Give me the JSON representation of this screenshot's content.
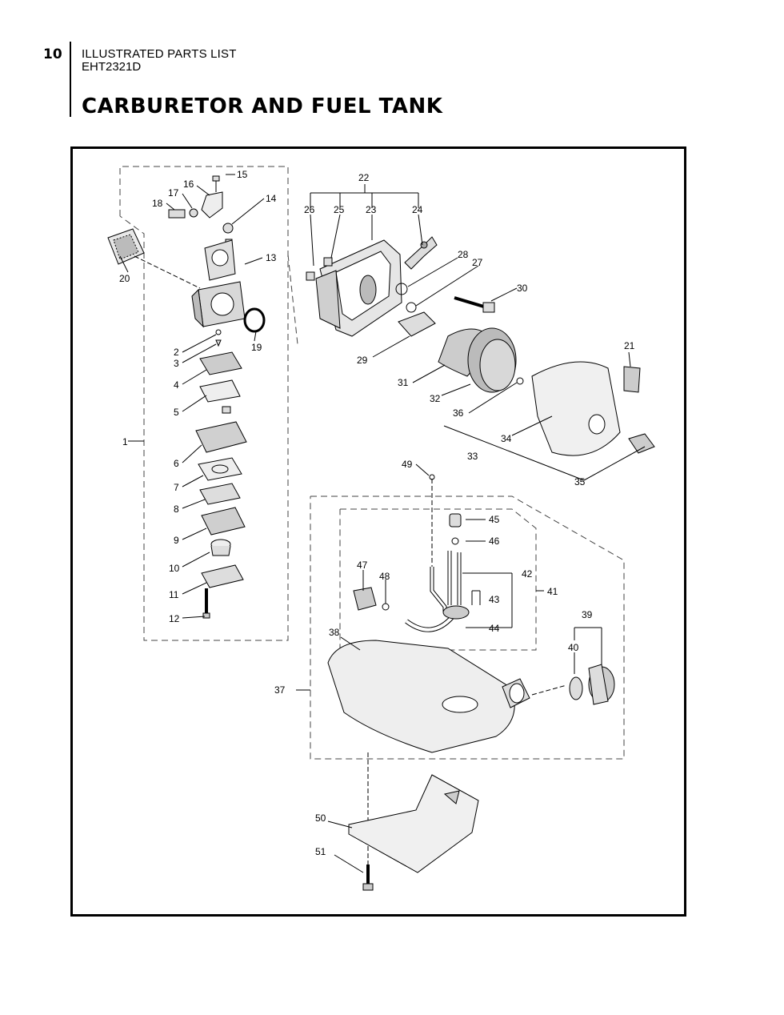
{
  "header": {
    "page_number": "10",
    "doc_type": "ILLUSTRATED PARTS LIST",
    "model": "EHT2321D",
    "title": "CARBURETOR AND FUEL TANK"
  },
  "callouts": [
    {
      "id": "c1",
      "text": "1"
    },
    {
      "id": "c2",
      "text": "2"
    },
    {
      "id": "c3",
      "text": "3"
    },
    {
      "id": "c4",
      "text": "4"
    },
    {
      "id": "c5",
      "text": "5"
    },
    {
      "id": "c6",
      "text": "6"
    },
    {
      "id": "c7",
      "text": "7"
    },
    {
      "id": "c8",
      "text": "8"
    },
    {
      "id": "c9",
      "text": "9"
    },
    {
      "id": "c10",
      "text": "10"
    },
    {
      "id": "c11",
      "text": "11"
    },
    {
      "id": "c12",
      "text": "12"
    },
    {
      "id": "c13",
      "text": "13"
    },
    {
      "id": "c14",
      "text": "14"
    },
    {
      "id": "c15",
      "text": "15"
    },
    {
      "id": "c16",
      "text": "16"
    },
    {
      "id": "c17",
      "text": "17"
    },
    {
      "id": "c18",
      "text": "18"
    },
    {
      "id": "c19",
      "text": "19"
    },
    {
      "id": "c20",
      "text": "20"
    },
    {
      "id": "c21",
      "text": "21"
    },
    {
      "id": "c22",
      "text": "22"
    },
    {
      "id": "c23",
      "text": "23"
    },
    {
      "id": "c24",
      "text": "24"
    },
    {
      "id": "c25",
      "text": "25"
    },
    {
      "id": "c26",
      "text": "26"
    },
    {
      "id": "c27",
      "text": "27"
    },
    {
      "id": "c28",
      "text": "28"
    },
    {
      "id": "c29",
      "text": "29"
    },
    {
      "id": "c30",
      "text": "30"
    },
    {
      "id": "c31",
      "text": "31"
    },
    {
      "id": "c32",
      "text": "32"
    },
    {
      "id": "c33",
      "text": "33"
    },
    {
      "id": "c34",
      "text": "34"
    },
    {
      "id": "c35",
      "text": "35"
    },
    {
      "id": "c36",
      "text": "36"
    },
    {
      "id": "c37",
      "text": "37"
    },
    {
      "id": "c38",
      "text": "38"
    },
    {
      "id": "c39",
      "text": "39"
    },
    {
      "id": "c40",
      "text": "40"
    },
    {
      "id": "c41",
      "text": "41"
    },
    {
      "id": "c42",
      "text": "42"
    },
    {
      "id": "c43",
      "text": "43"
    },
    {
      "id": "c44",
      "text": "44"
    },
    {
      "id": "c45",
      "text": "45"
    },
    {
      "id": "c46",
      "text": "46"
    },
    {
      "id": "c47",
      "text": "47"
    },
    {
      "id": "c48",
      "text": "48"
    },
    {
      "id": "c49",
      "text": "49"
    },
    {
      "id": "c50",
      "text": "50"
    },
    {
      "id": "c51",
      "text": "51"
    }
  ]
}
